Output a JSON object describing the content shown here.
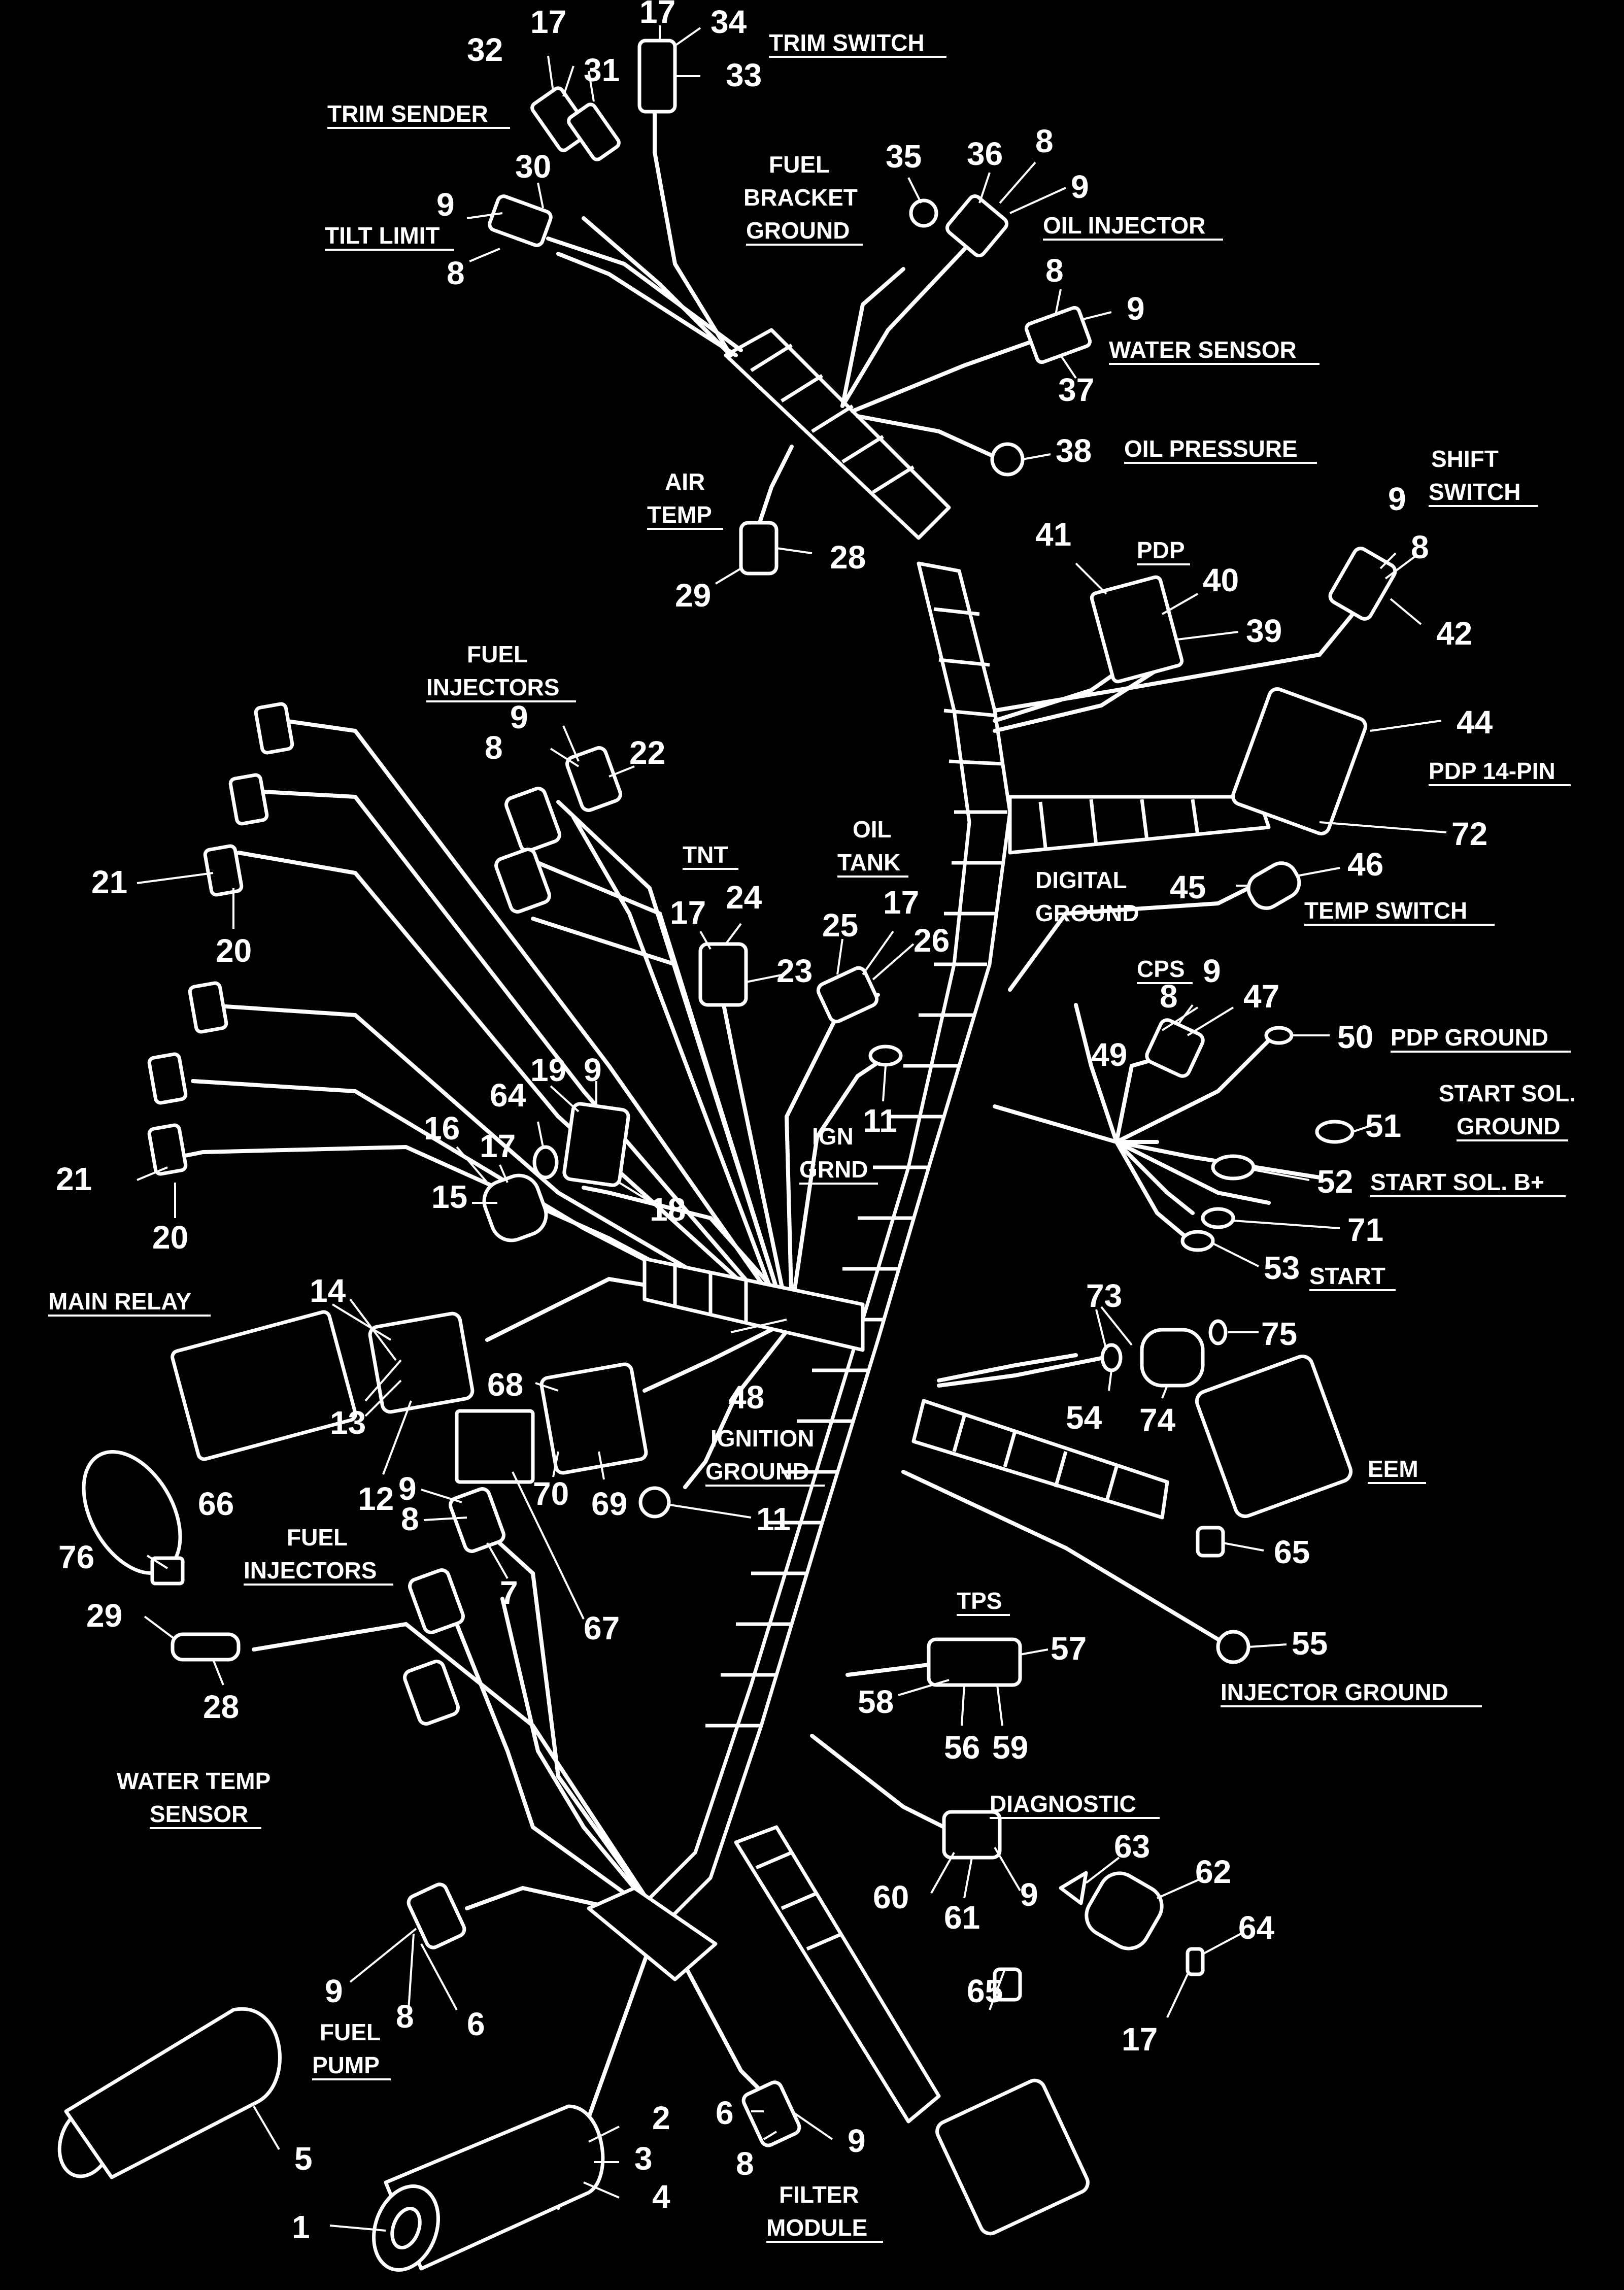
{
  "callouts": [
    "1",
    "2",
    "3",
    "4",
    "5",
    "6",
    "7",
    "8",
    "9",
    "11",
    "12",
    "13",
    "14",
    "15",
    "16",
    "17",
    "18",
    "19",
    "20",
    "21",
    "22",
    "23",
    "24",
    "25",
    "26",
    "28",
    "29",
    "30",
    "31",
    "32",
    "33",
    "34",
    "35",
    "36",
    "37",
    "38",
    "39",
    "40",
    "41",
    "42",
    "44",
    "45",
    "46",
    "47",
    "48",
    "49",
    "50",
    "51",
    "52",
    "53",
    "54",
    "55",
    "56",
    "57",
    "58",
    "59",
    "60",
    "61",
    "62",
    "63",
    "64",
    "65",
    "66",
    "67",
    "68",
    "69",
    "70",
    "71",
    "72",
    "73",
    "74",
    "75",
    "76"
  ],
  "labels": {
    "trim_sender": "TRIM SENDER",
    "trim_switch": "TRIM SWITCH",
    "tilt_limit": "TILT LIMIT",
    "fuel_bracket_1": "FUEL",
    "fuel_bracket_2": "BRACKET",
    "fuel_bracket_3": "GROUND",
    "oil_injector": "OIL INJECTOR",
    "water_sensor": "WATER SENSOR",
    "oil_pressure": "OIL PRESSURE",
    "air_temp_1": "AIR",
    "air_temp_2": "TEMP",
    "shift_switch_1": "SHIFT",
    "shift_switch_2": "SWITCH",
    "pdp": "PDP",
    "pdp_14_pin": "PDP 14-PIN",
    "fuel_injectors_top_1": "FUEL",
    "fuel_injectors_top_2": "INJECTORS",
    "tnt": "TNT",
    "oil_tank_1": "OIL",
    "oil_tank_2": "TANK",
    "digital_ground_1": "DIGITAL",
    "digital_ground_2": "GROUND",
    "temp_switch": "TEMP SWITCH",
    "cps": "CPS",
    "pdp_ground": "PDP GROUND",
    "ign_grnd_1": "IGN",
    "ign_grnd_2": "GRND",
    "start_sol_ground_1": "START SOL.",
    "start_sol_ground_2": "GROUND",
    "start_sol_b": "START SOL. B+",
    "start": "START",
    "main_relay": "MAIN RELAY",
    "ignition_ground_1": "IGNITION",
    "ignition_ground_2": "GROUND",
    "eem": "EEM",
    "fuel_injectors_bot_1": "FUEL",
    "fuel_injectors_bot_2": "INJECTORS",
    "tps": "TPS",
    "injector_ground": "INJECTOR GROUND",
    "water_temp_1": "WATER TEMP",
    "water_temp_2": "SENSOR",
    "diagnostic": "DIAGNOSTIC",
    "fuel_pump_1": "FUEL",
    "fuel_pump_2": "PUMP",
    "filter_module_1": "FILTER",
    "filter_module_2": "MODULE"
  }
}
